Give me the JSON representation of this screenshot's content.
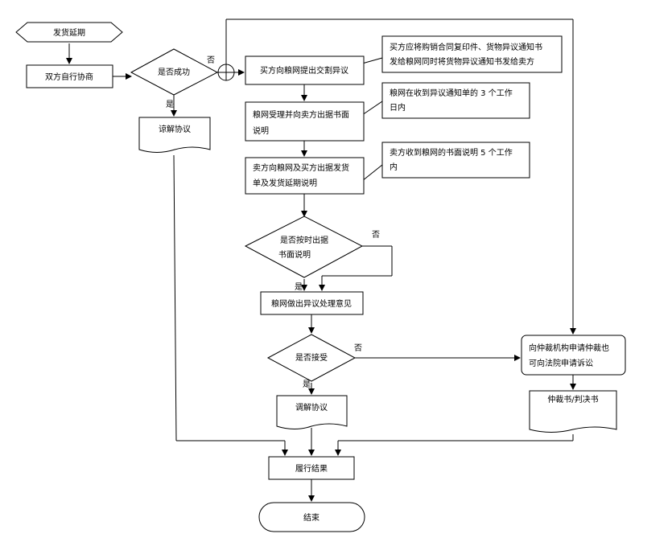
{
  "diagram": {
    "start": "发货延期",
    "negotiate": "双方自行协商",
    "success_q": "是否成功",
    "label_no_1": "否",
    "label_yes_1": "是",
    "mediation_1": "谅解协议",
    "step_objection": "买方向粮网提出交割异议",
    "step_accept_line1": "粮网受理并向卖方出据书面",
    "step_accept_line2": "说明",
    "step_seller_line1": "卖方向粮网及买方出据发货",
    "step_seller_line2": "单及发货延期说明",
    "note1_line1": "买方应将购销合同复印件、货物异议通知书",
    "note1_line2": "发给粮网同时将货物异议通知书发给卖方",
    "note2_line1": "粮网在收到异议通知单的 3 个工作",
    "note2_line2": "日内",
    "note3_line1": "卖方收到粮网的书面说明 5 个工作",
    "note3_line2": "内",
    "ontime_q_line1": "是否按时出据",
    "ontime_q_line2": "书面说明",
    "label_no_2": "否",
    "label_yes_2": "是",
    "grain_opinion": "粮网做出异议处理意见",
    "accept_q": "是否接受",
    "label_no_3": "否",
    "label_yes_3": "是",
    "mediation_2": "调解协议",
    "arbitration_line1": "向仲裁机构申请仲裁也",
    "arbitration_line2": "可向法院申请诉讼",
    "award": "仲裁书/判决书",
    "perform": "履行结果",
    "end": "结束"
  }
}
